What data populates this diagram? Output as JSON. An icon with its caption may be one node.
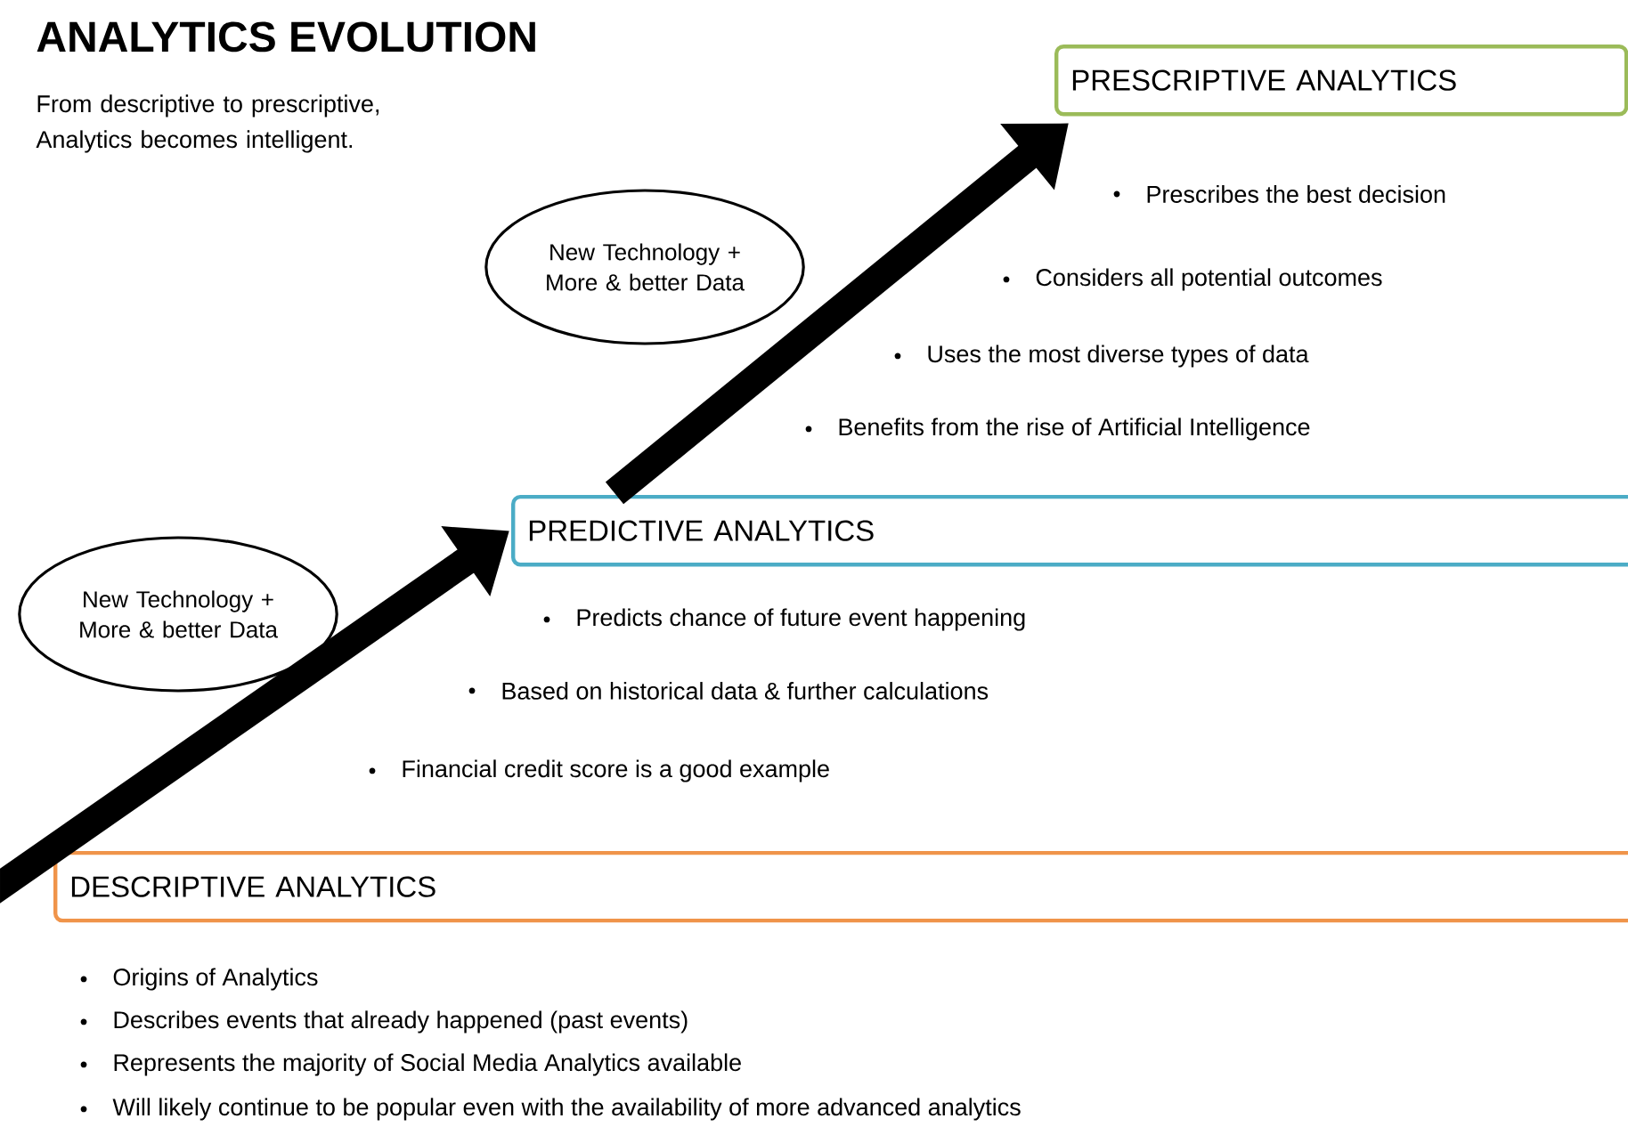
{
  "diagram": {
    "title": "ANALYTICS EVOLUTION",
    "nodes": [
      {
        "text": [
          "DESCRIPTIVE ANALYTICS"
        ],
        "beside": [
          "Origins of Analytics",
          "Describes events that already happened (past events)",
          "Represents the majority of Social Media Analytics available",
          "Will likely continue to be popular even with the availability of more advanced analytics"
        ]
      },
      {
        "text": [
          "PREDICTIVE ANALYTICS"
        ],
        "beside": [
          "Predicts chance of future event happening",
          "Based on historical data & further calculations",
          "Financial credit score is a good example"
        ]
      },
      {
        "text": [
          "PRESCRIPTIVE ANALYTICS"
        ],
        "beside": [
          "Prescribes the best decision",
          "Considers all potential outcomes",
          "Uses the most diverse types of data",
          "Benefits from the rise of Artificial Intelligence"
        ]
      },
      {
        "text": [
          "New Technology + More & better Data"
        ]
      },
      {
        "text": [
          "New Technology + More & better Data"
        ]
      }
    ],
    "edges": [
      {
        "from": 0,
        "to": 1,
        "arrow": "to"
      },
      {
        "from": 1,
        "to": 2,
        "arrow": "to"
      }
    ],
    "labels": [
      "From descriptive to prescriptive, Analytics becomes intelligent."
    ]
  }
}
